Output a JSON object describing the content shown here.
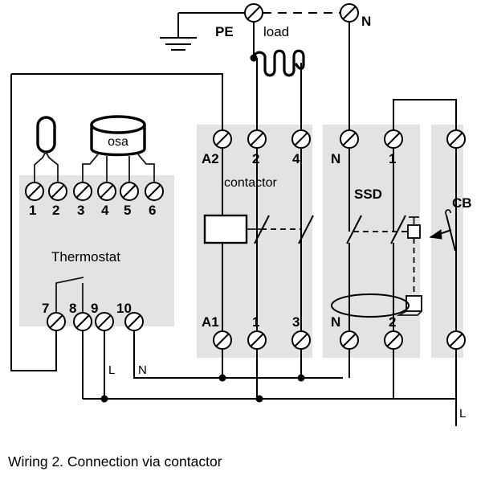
{
  "figure": {
    "caption": "Wiring 2. Connection via contactor",
    "type": "electrical-wiring-diagram"
  },
  "blocks": {
    "thermostat": {
      "label": "Thermostat",
      "top_terminals": [
        "1",
        "2",
        "3",
        "4",
        "5",
        "6"
      ],
      "bottom_terminals": [
        "7",
        "8",
        "9",
        "10"
      ]
    },
    "contactor": {
      "label": "contactor",
      "top_terminals": [
        "A2",
        "2",
        "4"
      ],
      "bottom_terminals": [
        "A1",
        "1",
        "3"
      ]
    },
    "ssd": {
      "label": "SSD",
      "top_terminals": [
        "N",
        "1"
      ],
      "bottom_terminals": [
        "N",
        "2"
      ]
    },
    "cb": {
      "label": "CB",
      "top_terminals": [
        ""
      ],
      "bottom_terminals": [
        ""
      ]
    }
  },
  "devices": {
    "sensor": {
      "name": "temperature-sensor",
      "connects": [
        "1",
        "2"
      ]
    },
    "osa": {
      "label": "osa",
      "connects": [
        "3",
        "4",
        "5",
        "6"
      ]
    },
    "load": {
      "label": "load"
    },
    "ground": {
      "label": "PE"
    }
  },
  "net_labels": {
    "pe": "PE",
    "neutral_top": "N",
    "load": "load",
    "line_thermostat": "L",
    "neutral_thermostat": "N",
    "line_supply": "L"
  },
  "colors": {
    "block_fill": "#e3e3e3",
    "wire": "#000000",
    "terminal_fill": "#ffffff",
    "background": "#ffffff"
  }
}
